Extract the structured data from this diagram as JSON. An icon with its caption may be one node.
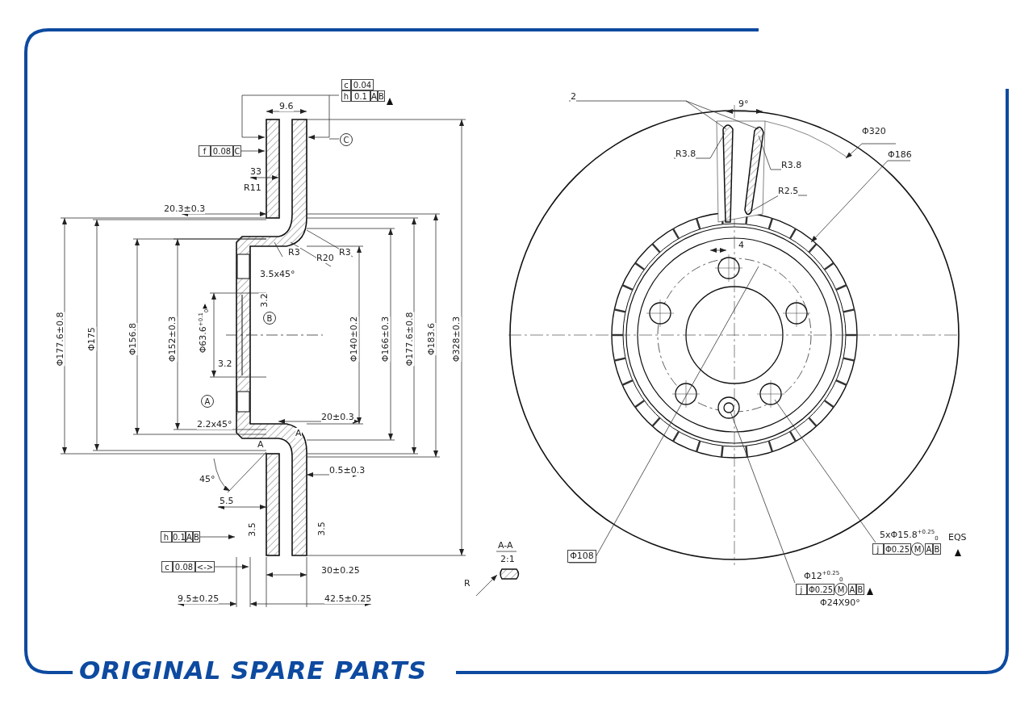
{
  "diagram": {
    "labels": [
      "c",
      "0.04",
      "h",
      "0.1",
      "A",
      "B",
      "9.6",
      "C",
      "f",
      "0.08",
      "C",
      "33",
      "R11",
      "20.3±0.3",
      "R3",
      "R20",
      "R3",
      "3.5x45°",
      "3.2",
      "B",
      "Φ177.6±0.8",
      "Φ175",
      "Φ156.8",
      "Φ152±0.3",
      "Φ63.6$^{+0.1}$$_{0}$",
      "3.2",
      "A",
      "Φ140±0.2",
      "Φ166±0.3",
      "Φ177.6±0.8",
      "Φ183.6",
      "Φ328±0.3",
      "20±0.3",
      "2.2x45°",
      "A",
      "A",
      "45°",
      "0.5±0.3",
      "5.5",
      "3.5",
      "3.5",
      "h",
      "0.1",
      "A",
      "B",
      "c",
      "0.08",
      "<->",
      "30±0.25",
      "9.5±0.25",
      "42.5±0.25",
      "A-A",
      "2:1",
      "R",
      "2",
      "9°",
      "R3.8",
      "R3.8",
      "Φ320",
      "Φ186",
      "R2.5",
      "4",
      "Φ108",
      "5xΦ15.8$^{+0.25}$$_{0}$",
      "EQS",
      "j",
      "Φ0.25",
      "M",
      "A",
      "B",
      "Φ12$^{+0.25}$$_{0}$",
      "j",
      "Φ0.25",
      "M",
      "A",
      "B",
      "Φ24X90°",
      "ORIGINAL SPARE PARTS"
    ]
  }
}
